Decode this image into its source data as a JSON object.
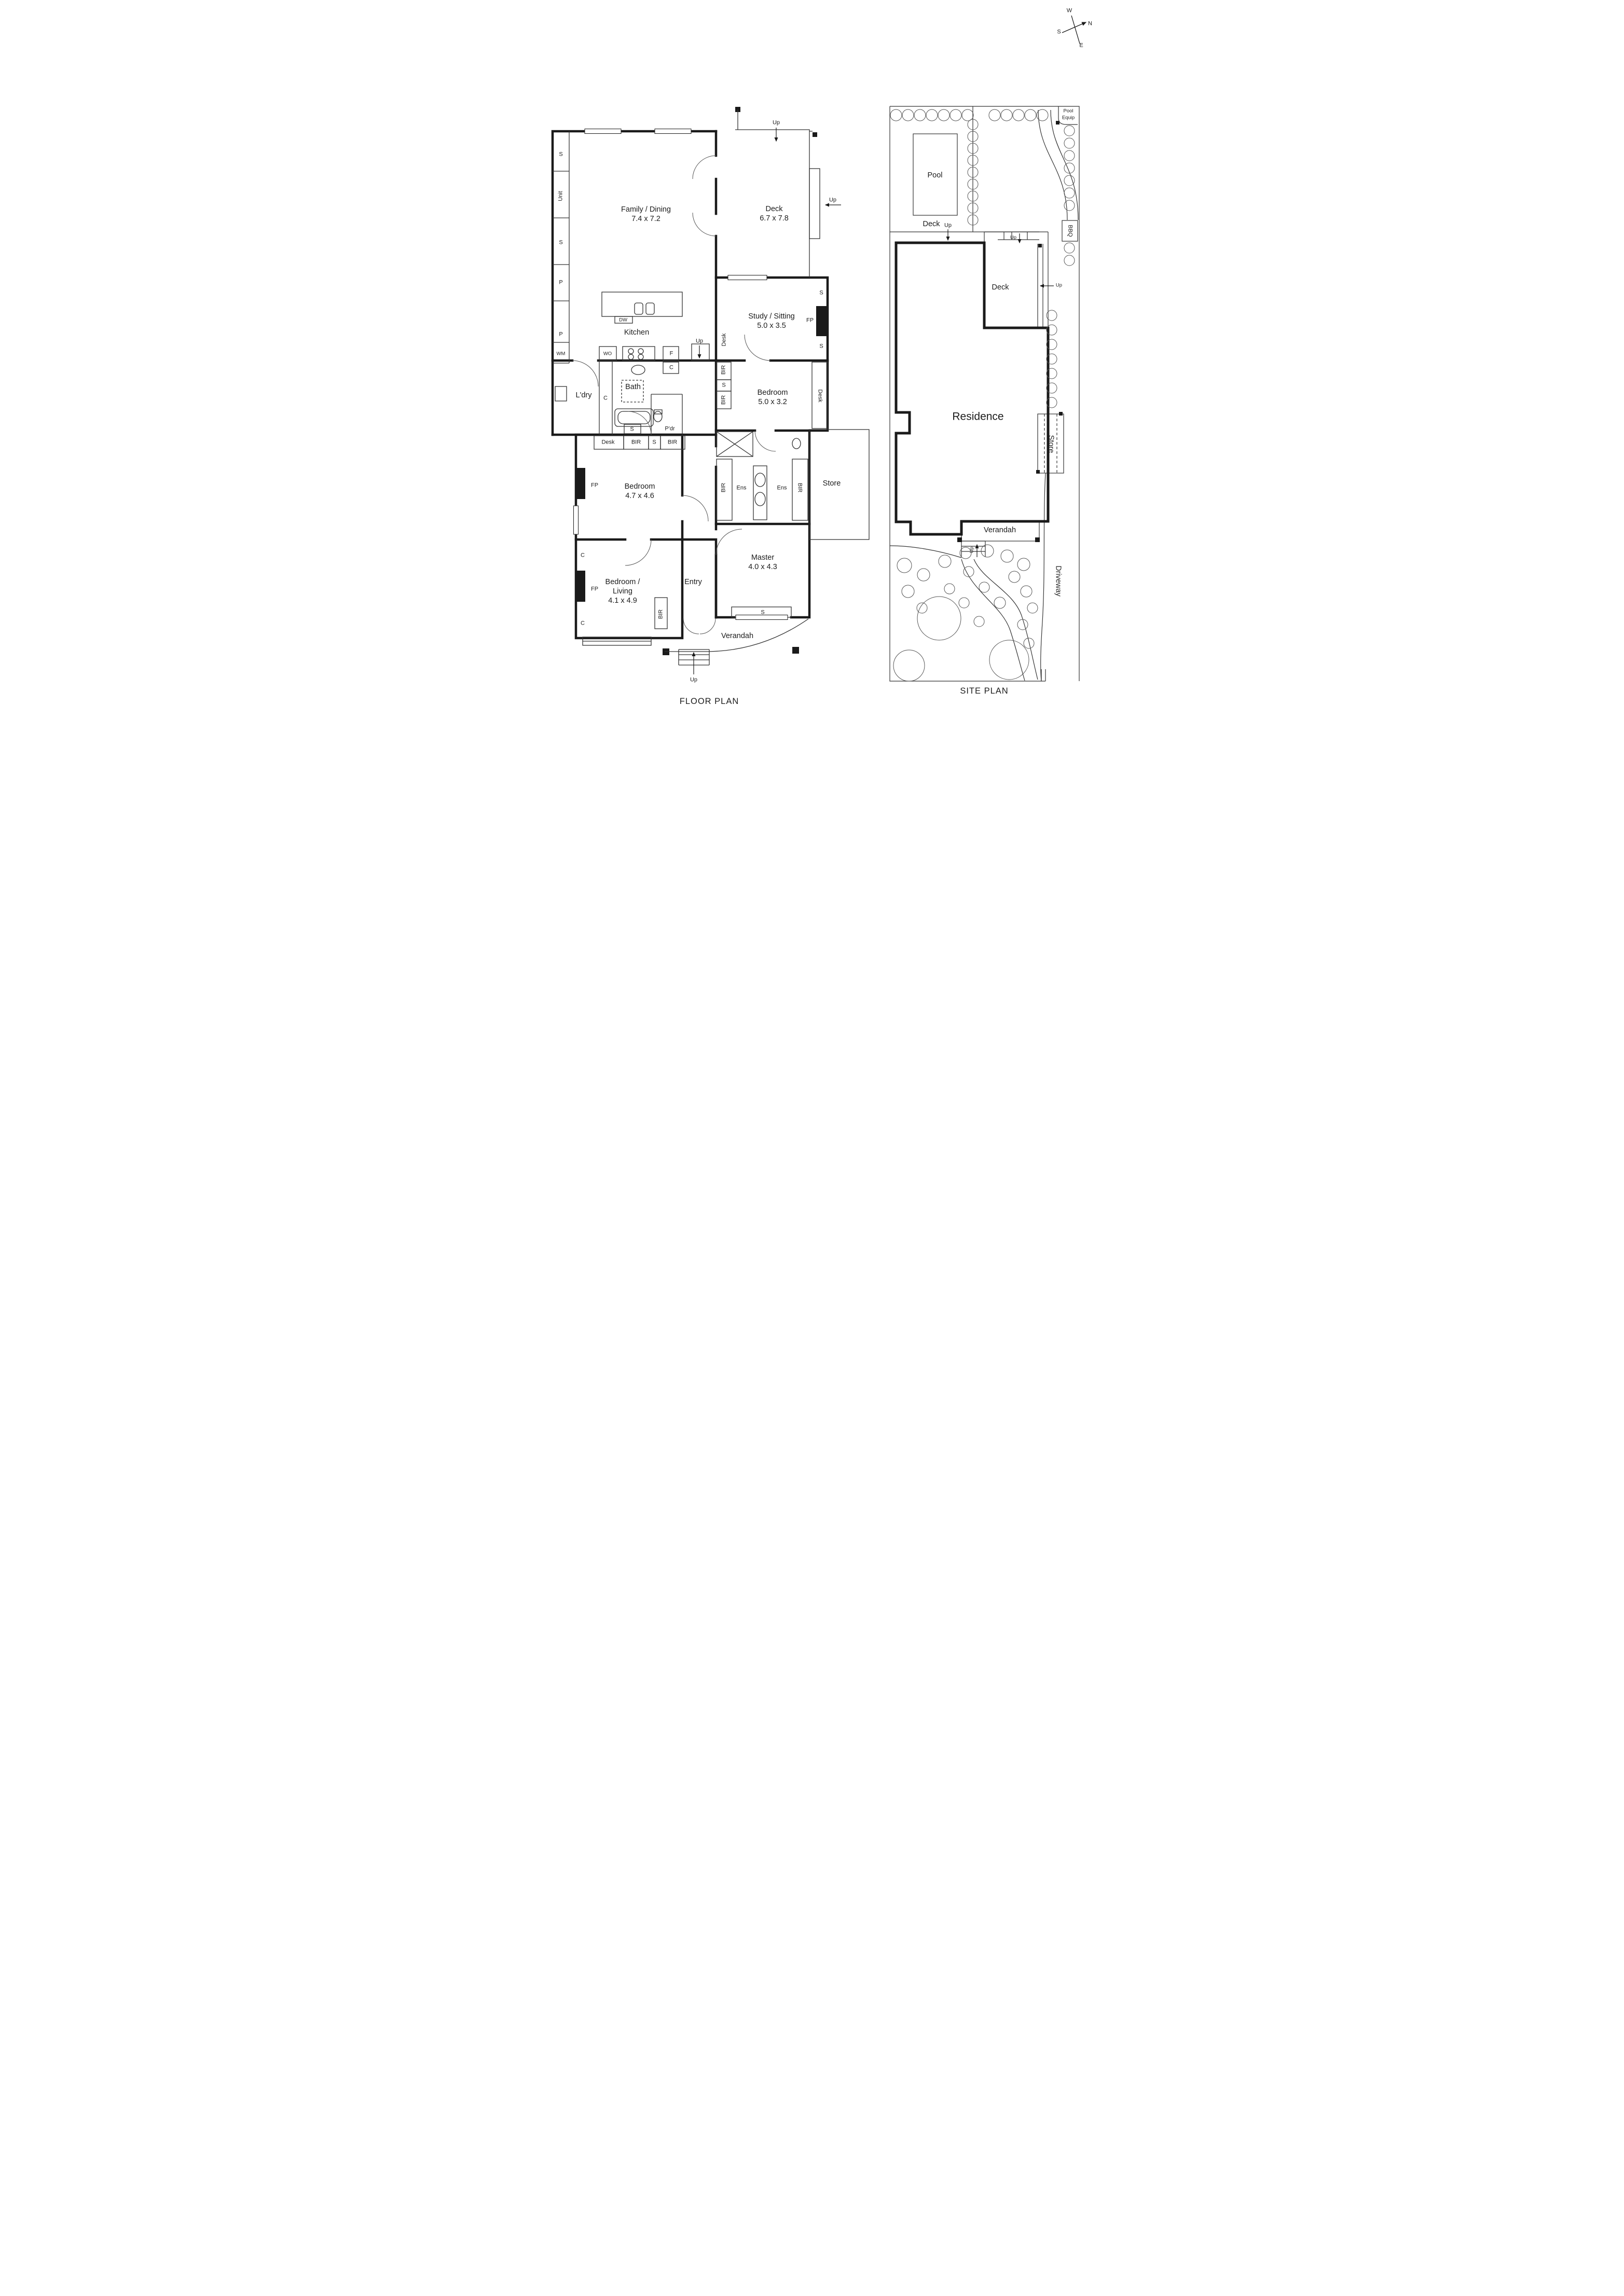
{
  "compass": {
    "n": "N",
    "e": "E",
    "s": "S",
    "w": "W"
  },
  "floor_plan": {
    "title": "FLOOR PLAN",
    "rooms": {
      "family_dining": {
        "name": "Family / Dining",
        "dims": "7.4 x 7.2"
      },
      "deck": {
        "name": "Deck",
        "dims": "6.7 x 7.8"
      },
      "study_sitting": {
        "name": "Study / Sitting",
        "dims": "5.0 x 3.5"
      },
      "kitchen": {
        "name": "Kitchen"
      },
      "bedroom1": {
        "name": "Bedroom",
        "dims": "5.0 x 3.2"
      },
      "bedroom2": {
        "name": "Bedroom",
        "dims": "4.7 x 4.6"
      },
      "master": {
        "name": "Master",
        "dims": "4.0 x 4.3"
      },
      "bedroom_living": {
        "line1": "Bedroom /",
        "line2": "Living",
        "dims": "4.1 x 4.9"
      },
      "laundry": {
        "name": "L'dry"
      },
      "bath": {
        "name": "Bath"
      },
      "powder": {
        "name": "P'dr"
      },
      "entry": {
        "name": "Entry"
      },
      "store": {
        "name": "Store"
      },
      "verandah": {
        "name": "Verandah"
      },
      "ensuite": {
        "name": "Ens"
      }
    },
    "tags": {
      "s": "S",
      "p": "P",
      "c": "C",
      "unit": "Unit",
      "wm": "WM",
      "dw": "DW",
      "wo": "WO",
      "f": "F",
      "fp": "FP",
      "bir": "BIR",
      "desk": "Desk",
      "up": "Up"
    }
  },
  "site_plan": {
    "title": "SITE PLAN",
    "labels": {
      "pool": "Pool",
      "pool_equip_line1": "Pool",
      "pool_equip_line2": "Equip",
      "deck_pool": "Deck",
      "deck_rear": "Deck",
      "bbq": "BBQ",
      "residence": "Residence",
      "store": "Store",
      "verandah": "Verandah",
      "driveway": "Driveway",
      "up": "Up"
    }
  }
}
